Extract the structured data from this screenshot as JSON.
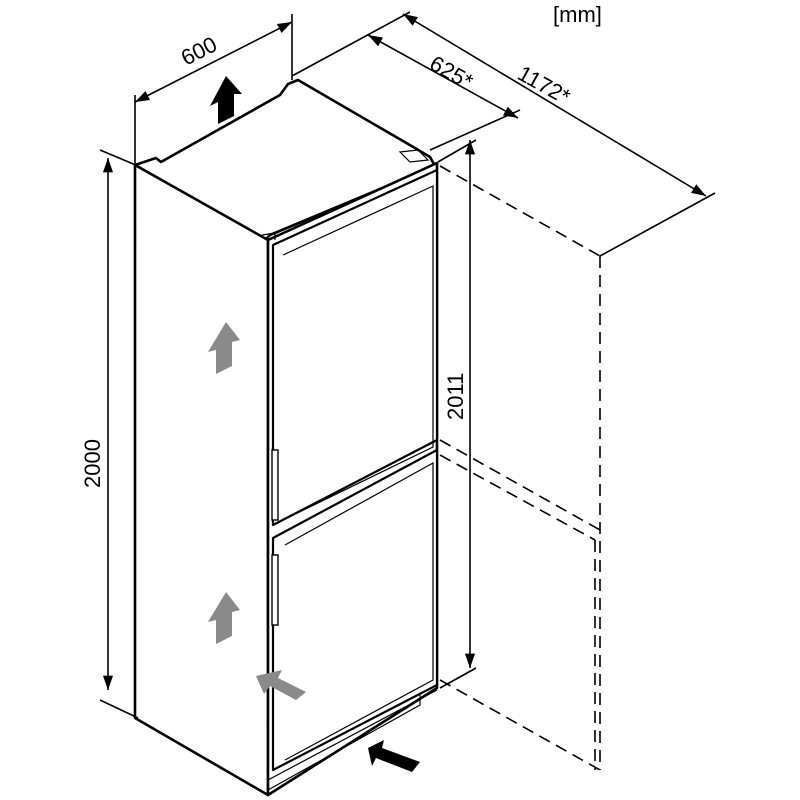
{
  "unit_label": "[mm]",
  "dimensions": {
    "width": "600",
    "depth_door": "625*",
    "depth_open": "1172*",
    "height_body": "2000",
    "height_total": "2011"
  },
  "colors": {
    "outline": "#000000",
    "airflow_arrow": "#8a8a8a",
    "exhaust_arrow": "#000000"
  },
  "icons": [
    "airflow-up-arrow-icon",
    "airflow-in-arrow-icon",
    "exhaust-arrow-icon",
    "intake-arrow-icon"
  ]
}
